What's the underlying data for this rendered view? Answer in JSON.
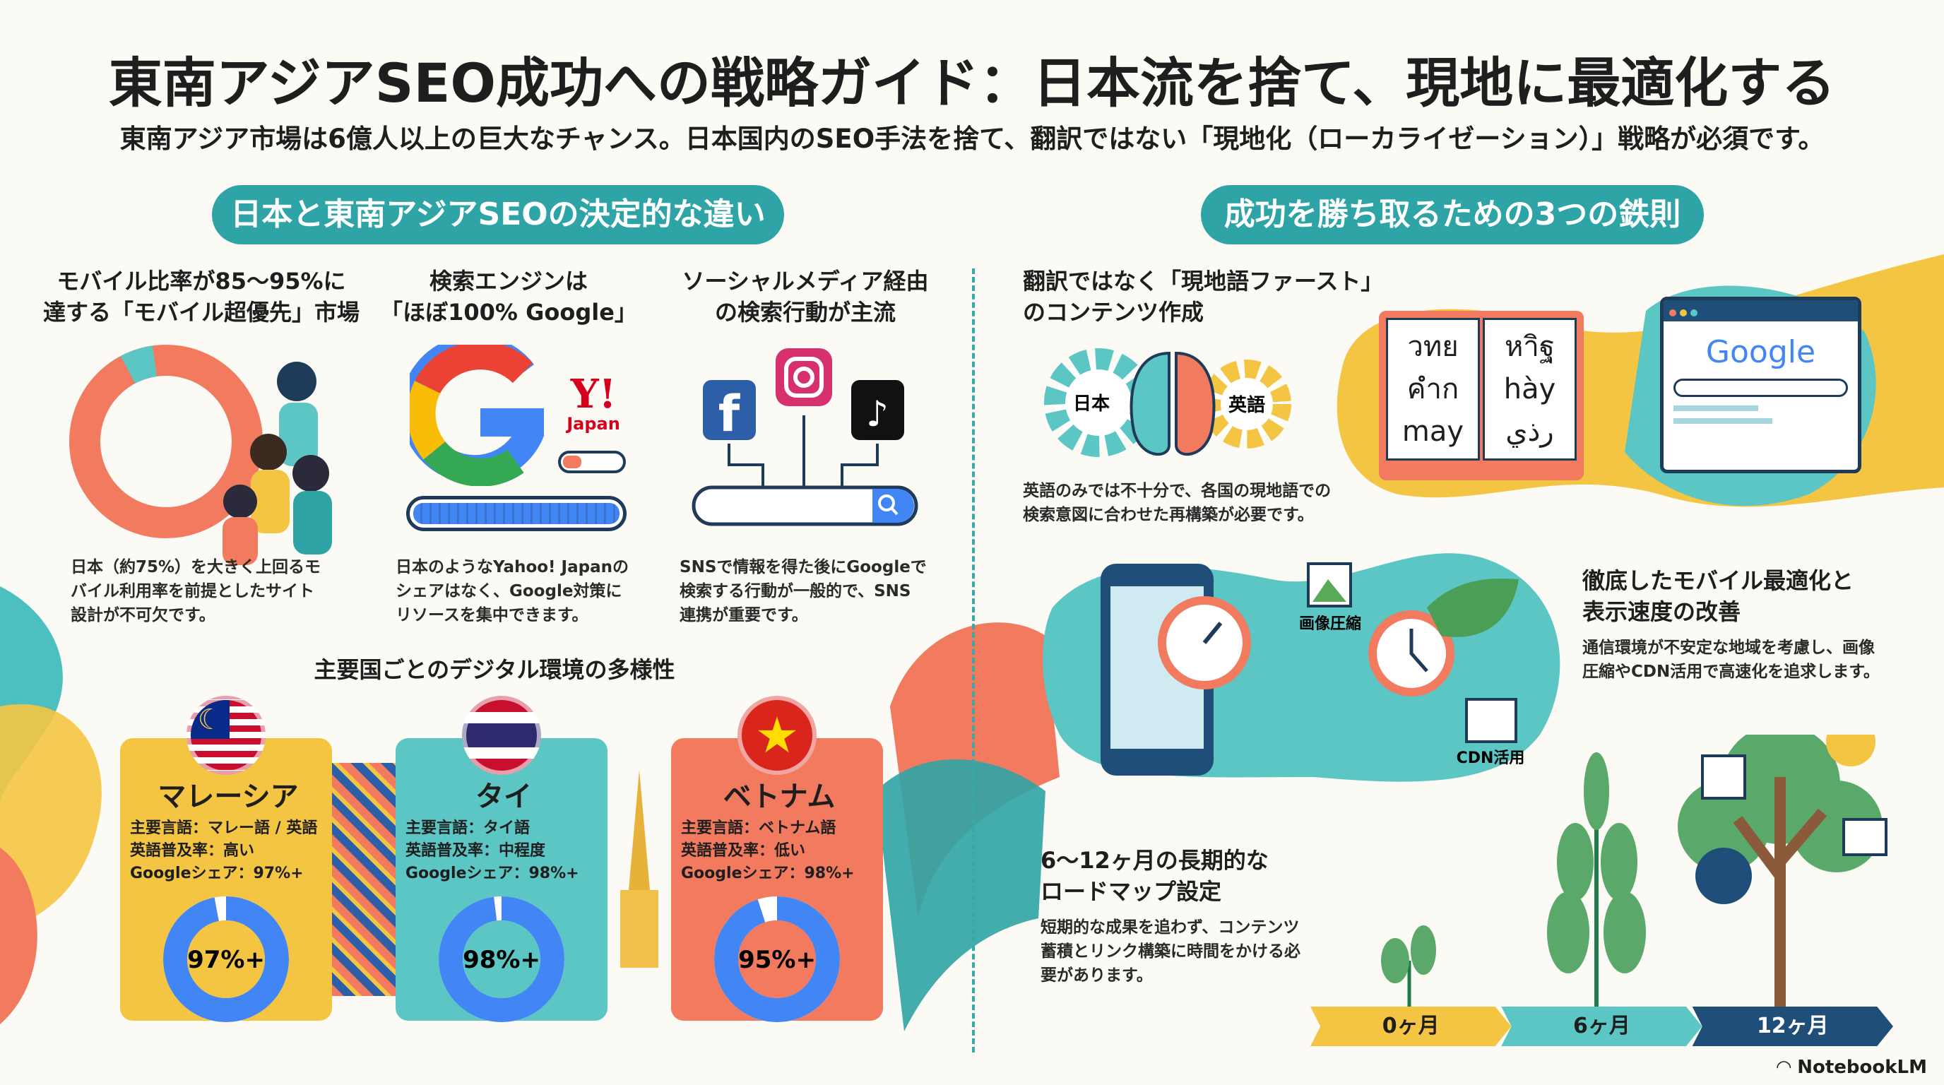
{
  "title": "東南アジアSEO成功への戦略ガイド：日本流を捨て、現地に最適化する",
  "subtitle": "東南アジア市場は6億人以上の巨大なチャンス。日本国内のSEO手法を捨て、翻訳ではない「現地化（ローカライゼーション）」戦略が必須です。",
  "left": {
    "pill": "日本と東南アジアSEOの決定的な違い",
    "columns": [
      {
        "heading1": "モバイル比率が85〜95%に",
        "heading2": "達する「モバイル超優先」市場",
        "desc": [
          "日本（約75%）を大きく上回るモ",
          "バイル利用率を前提としたサイト",
          "設計が不可欠です。"
        ]
      },
      {
        "heading1": "検索エンジンは",
        "heading2": "「ほぼ100% Google」",
        "yahoo": "Y!",
        "yahoo_sub": "Japan",
        "desc": [
          "日本のようなYahoo! Japanの",
          "シェアはなく、Google対策に",
          "リソースを集中できます。"
        ]
      },
      {
        "heading1": "ソーシャルメディア経由",
        "heading2": "の検索行動が主流",
        "desc": [
          "SNSで情報を得た後にGoogleで",
          "検索する行動が一般的で、SNS",
          "連携が重要です。"
        ]
      }
    ],
    "countries_heading": "主要国ごとのデジタル環境の多様性",
    "countries": [
      {
        "name": "マレーシア",
        "lang": "主要言語：マレー語 / 英語",
        "english": "英語普及率：高い",
        "share": "Googleシェア：97%+",
        "donut": "97%+",
        "value": 97,
        "color": "#f4c542"
      },
      {
        "name": "タイ",
        "lang": "主要言語：タイ語",
        "english": "英語普及率：中程度",
        "share": "Googleシェア：98%+",
        "donut": "98%+",
        "value": 98,
        "color": "#5cc6c4"
      },
      {
        "name": "ベトナム",
        "lang": "主要言語：ベトナム語",
        "english": "英語普及率：低い",
        "share": "Googleシェア：98%+",
        "donut": "95%+",
        "value": 95,
        "color": "#f27a5e"
      }
    ]
  },
  "right": {
    "pill": "成功を勝ち取るための3つの鉄則",
    "rule1": {
      "heading1": "翻訳ではなく「現地語ファースト」",
      "heading2": "のコンテンツ作成",
      "gear_left": "日本",
      "gear_right": "英語",
      "book_left": [
        "วทย",
        "คำก",
        "may"
      ],
      "book_right": [
        "หาิฐ",
        "hày",
        "رذي"
      ],
      "browser_logo": "Google",
      "desc": [
        "英語のみでは不十分で、各国の現地語での",
        "検索意図に合わせた再構築が必要です。"
      ]
    },
    "rule2": {
      "heading1": "徹底したモバイル最適化と",
      "heading2": "表示速度の改善",
      "label_image": "画像圧縮",
      "label_cdn": "CDN活用",
      "desc": [
        "通信環境が不安定な地域を考慮し、画像",
        "圧縮やCDN活用で高速化を追求します。"
      ]
    },
    "rule3": {
      "heading1": "6〜12ヶ月の長期的な",
      "heading2": "ロードマップ設定",
      "desc": [
        "短期的な成果を追わず、コンテンツ",
        "蓄積とリンク構築に時間をかける必",
        "要があります。"
      ],
      "timeline": [
        "0ヶ月",
        "6ヶ月",
        "12ヶ月"
      ]
    }
  },
  "footer": {
    "brand": "NotebookLM"
  },
  "colors": {
    "teal": "#2fa4a6",
    "coral": "#f27a5e",
    "yellow": "#f4c542",
    "navy": "#1f4e79",
    "google_blue": "#4285f4"
  }
}
